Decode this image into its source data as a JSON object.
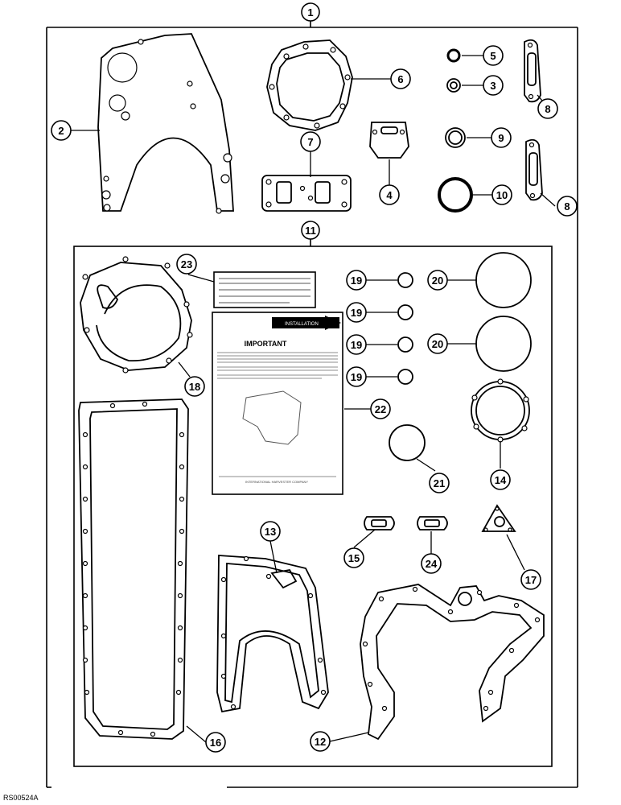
{
  "figure_code": "RS00524A",
  "callouts": {
    "c1": "1",
    "c2": "2",
    "c3": "3",
    "c4": "4",
    "c5": "5",
    "c6": "6",
    "c7": "7",
    "c8a": "8",
    "c8b": "8",
    "c9": "9",
    "c10": "10",
    "c11": "11",
    "c12": "12",
    "c13": "13",
    "c14": "14",
    "c15": "15",
    "c16": "16",
    "c17": "17",
    "c18": "18",
    "c19a": "19",
    "c19b": "19",
    "c19c": "19",
    "c19d": "19",
    "c20a": "20",
    "c20b": "20",
    "c21": "21",
    "c22": "22",
    "c23": "23",
    "c24": "24"
  },
  "instruction_sheet": {
    "heading": "IMPORTANT",
    "banner": "INSTALLATION",
    "company": "INTERNATIONAL HARVESTER COMPANY"
  }
}
